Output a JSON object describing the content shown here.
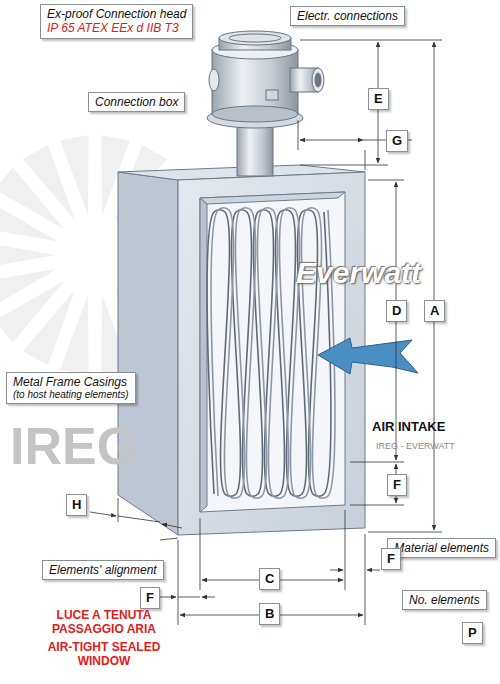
{
  "diagram": {
    "nodes": [
      {
        "text": [
          "Ex-proof Connection head",
          "IP 65  ATEX  EEx d IIB T3"
        ]
      },
      {
        "text": [
          "Electr. connections"
        ]
      },
      {
        "text": [
          "Connection box"
        ]
      },
      {
        "text": [
          "E"
        ]
      },
      {
        "text": [
          "G"
        ]
      },
      {
        "text": [
          "D"
        ]
      },
      {
        "text": [
          "A"
        ]
      },
      {
        "text": [
          "Metal Frame Casings",
          "(to host heating elements)"
        ]
      },
      {
        "text": [
          "F"
        ]
      },
      {
        "text": [
          "H"
        ]
      },
      {
        "text": [
          "Material elements"
        ]
      },
      {
        "text": [
          "C"
        ]
      },
      {
        "text": [
          "F"
        ]
      },
      {
        "text": [
          "F"
        ]
      },
      {
        "text": [
          "Elements' alignment"
        ]
      },
      {
        "text": [
          "No. elements"
        ]
      },
      {
        "text": [
          "B"
        ]
      },
      {
        "text": [
          "P"
        ]
      }
    ],
    "labels": [
      "AIR INTAKE",
      "LUCE A TENUTA PASSAGGIO ARIA",
      "AIR-TIGHT SEALED WINDOW",
      "Everwatt",
      "IREG",
      "IREG - EVERWATT"
    ]
  }
}
